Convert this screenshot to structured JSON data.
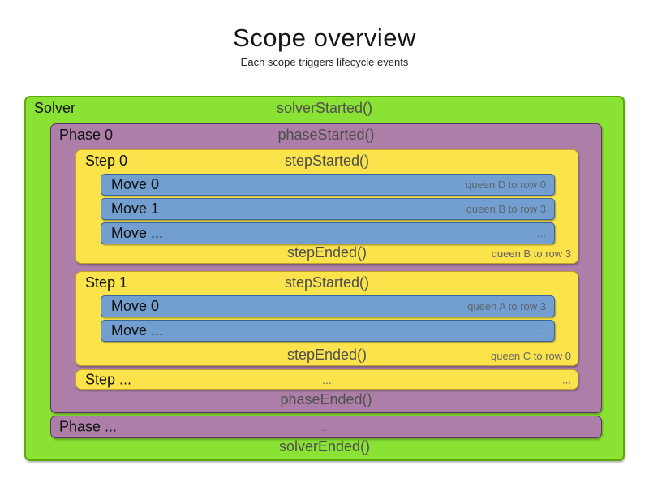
{
  "title": "Scope overview",
  "subtitle": "Each scope triggers lifecycle events",
  "colors": {
    "solver_green": "#8ae234",
    "solver_border": "#5faa08",
    "phase_purple": "#ad7fa8",
    "phase_border": "#5c3566",
    "step_yellow": "#fbe34b",
    "step_border": "#bfa22e",
    "move_blue": "#729fcf",
    "move_border": "#37659e",
    "event_text_gray": "#4e4e4e",
    "note_text_gray": "#666666"
  },
  "solver": {
    "label": "Solver",
    "started": "solverStarted()",
    "ended": "solverEnded()",
    "phases": [
      {
        "label": "Phase 0",
        "started": "phaseStarted()",
        "ended": "phaseEnded()",
        "steps": [
          {
            "label": "Step 0",
            "started": "stepStarted()",
            "ended": "stepEnded()",
            "ended_note": "queen B to row 3",
            "moves": [
              {
                "label": "Move 0",
                "note": "queen D to row 0"
              },
              {
                "label": "Move 1",
                "note": "queen B to row 3"
              },
              {
                "label": "Move ...",
                "note": "..."
              }
            ]
          },
          {
            "label": "Step 1",
            "started": "stepStarted()",
            "ended": "stepEnded()",
            "ended_note": "queen C to row 0",
            "moves": [
              {
                "label": "Move 0",
                "note": "queen A to row 3"
              },
              {
                "label": "Move ...",
                "note": "..."
              }
            ]
          },
          {
            "label": "Step ...",
            "center": "...",
            "right": "..."
          }
        ]
      },
      {
        "label": "Phase ...",
        "center": "..."
      }
    ]
  }
}
